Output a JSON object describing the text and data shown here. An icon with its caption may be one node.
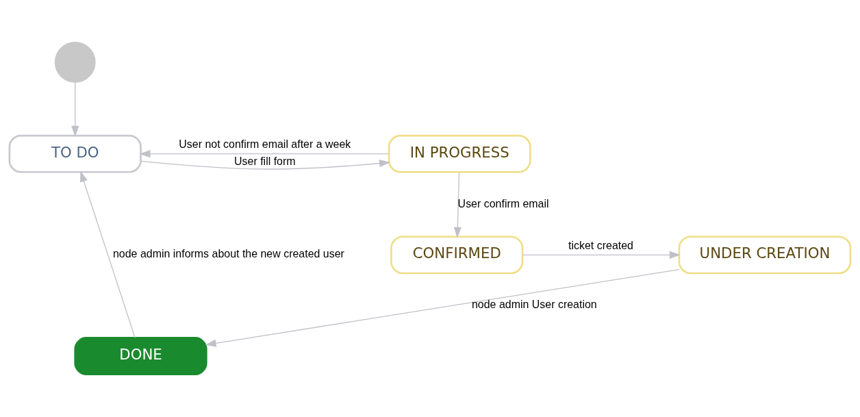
{
  "diagram": {
    "nodes": [
      {
        "text": [],
        "shape": "circle"
      },
      {
        "text": [
          "TO DO"
        ]
      },
      {
        "text": [
          "IN PROGRESS"
        ]
      },
      {
        "text": [
          "CONFIRMED"
        ]
      },
      {
        "text": [
          "UNDER CREATION"
        ]
      },
      {
        "text": [
          "DONE"
        ]
      }
    ],
    "edges": [
      {
        "from": 0,
        "to": 1,
        "arrow": "to"
      },
      {
        "from": 1,
        "to": 2,
        "arrow": "to",
        "label": "User fill form"
      },
      {
        "from": 2,
        "to": 1,
        "arrow": "to",
        "label": "User not confirm email after a week"
      },
      {
        "from": 2,
        "to": 3,
        "arrow": "to",
        "label": "User confirm email"
      },
      {
        "from": 3,
        "to": 4,
        "arrow": "to",
        "label": "ticket created"
      },
      {
        "from": 4,
        "to": 5,
        "arrow": "to",
        "label": "node admin User creation"
      },
      {
        "from": 5,
        "to": 1,
        "arrow": "to",
        "label": "node admin informs about the new created user"
      }
    ]
  }
}
